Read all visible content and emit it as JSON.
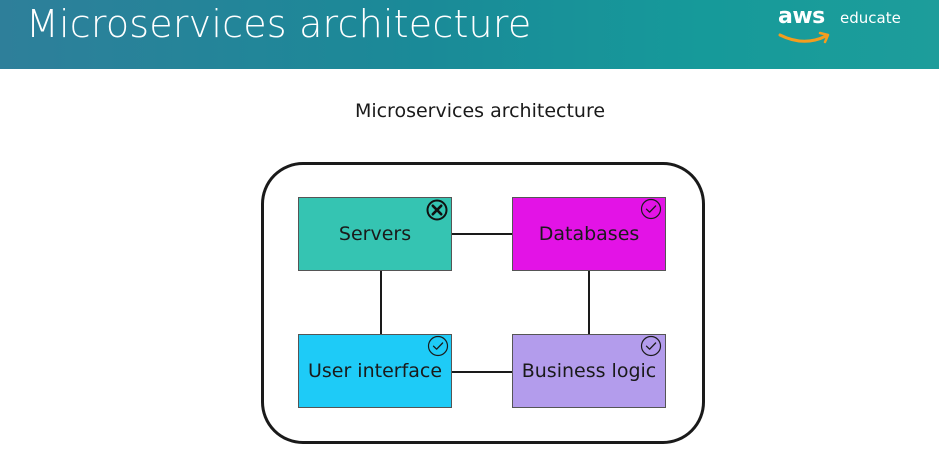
{
  "header": {
    "title": "Microservices architecture",
    "logo": {
      "brand": "aws",
      "product": "educate"
    }
  },
  "diagram": {
    "title": "Microservices architecture",
    "nodes": [
      {
        "id": "servers",
        "label": "Servers",
        "color": "#35c4b2",
        "status": "failed",
        "status_icon": "x-circle-icon"
      },
      {
        "id": "databases",
        "label": "Databases",
        "color": "#e313e6",
        "status": "ok",
        "status_icon": "check-circle-icon"
      },
      {
        "id": "user-interface",
        "label": "User interface",
        "color": "#1ecbf7",
        "status": "ok",
        "status_icon": "check-circle-icon"
      },
      {
        "id": "business-logic",
        "label": "Business logic",
        "color": "#b39cec",
        "status": "ok",
        "status_icon": "check-circle-icon"
      }
    ],
    "edges": [
      [
        "servers",
        "databases"
      ],
      [
        "servers",
        "user-interface"
      ],
      [
        "databases",
        "business-logic"
      ],
      [
        "user-interface",
        "business-logic"
      ]
    ]
  },
  "colors": {
    "header_start": "#2e7f9a",
    "header_end": "#1d9d9b",
    "logo_smile": "#f49d1e"
  }
}
